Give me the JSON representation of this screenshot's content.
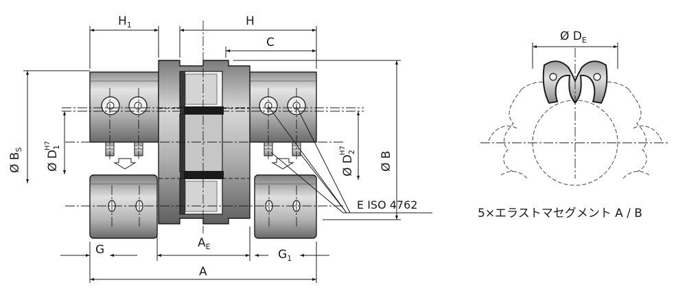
{
  "labels": {
    "H1": "H",
    "H1_sub": "1",
    "H": "H",
    "C": "C",
    "B_s": "Ø B",
    "B_s_sub": "S",
    "D1": "Ø D",
    "D1_sub": "1",
    "D1_sup": "H7",
    "D2": "Ø D",
    "D2_sub": "2",
    "D2_sup": "H7",
    "B": "Ø B",
    "screw": "E ISO 4762",
    "G": "G",
    "AE": "A",
    "AE_sub": "E",
    "G1": "G",
    "G1_sub": "1",
    "A": "A",
    "DE": "Ø D",
    "DE_sub": "E"
  },
  "caption": "5×エラストマセグメント A / B",
  "colors": {
    "line": "#1a1a1a",
    "metal_light": "#d9d9d9",
    "metal_mid": "#a8a8a8",
    "metal_dark": "#6e6e6e",
    "rubber": "#1a1a1a",
    "segment": "#b9b9b9"
  }
}
